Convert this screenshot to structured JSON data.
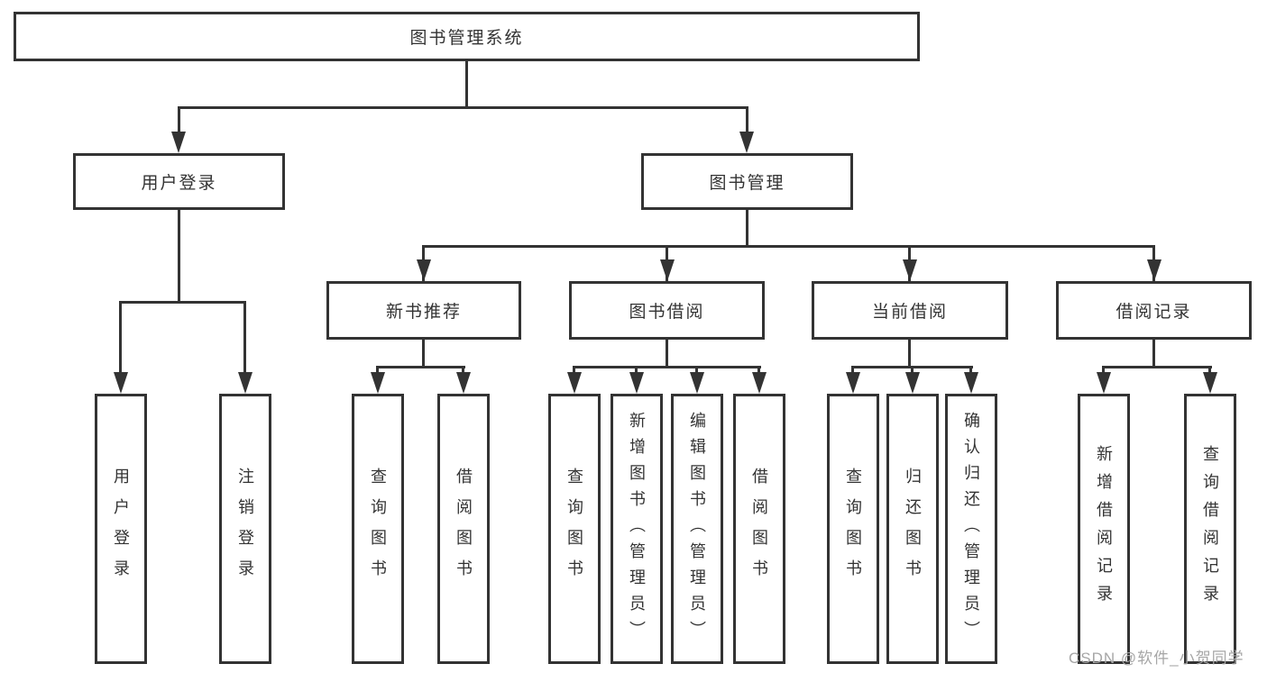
{
  "nodes": {
    "root": {
      "label": "图书管理系统"
    },
    "user_login": {
      "label": "用户登录"
    },
    "book_mgmt": {
      "label": "图书管理"
    },
    "new_book_rec": {
      "label": "新书推荐"
    },
    "book_borrow": {
      "label": "图书借阅"
    },
    "current_borrow": {
      "label": "当前借阅"
    },
    "borrow_record": {
      "label": "借阅记录"
    },
    "login_action": {
      "label": "用户登录"
    },
    "logout_action": {
      "label": "注销登录"
    },
    "rec_query": {
      "label": "查询图书"
    },
    "rec_borrow": {
      "label": "借阅图书"
    },
    "bb_query": {
      "label": "查询图书"
    },
    "bb_add": {
      "label": "新增图书（管理员）"
    },
    "bb_edit": {
      "label": "编辑图书（管理员）"
    },
    "bb_borrow": {
      "label": "借阅图书"
    },
    "cb_query": {
      "label": "查询图书"
    },
    "cb_return": {
      "label": "归还图书"
    },
    "cb_confirm": {
      "label": "确认归还（管理员）"
    },
    "br_add": {
      "label": "新增借阅记录"
    },
    "br_query": {
      "label": "查询借阅记录"
    }
  },
  "watermark": {
    "text": "CSDN @软件_小贺同学"
  },
  "colors": {
    "line": "#333333",
    "text": "#333333",
    "watermark": "#a6a6a6",
    "background": "#ffffff"
  }
}
